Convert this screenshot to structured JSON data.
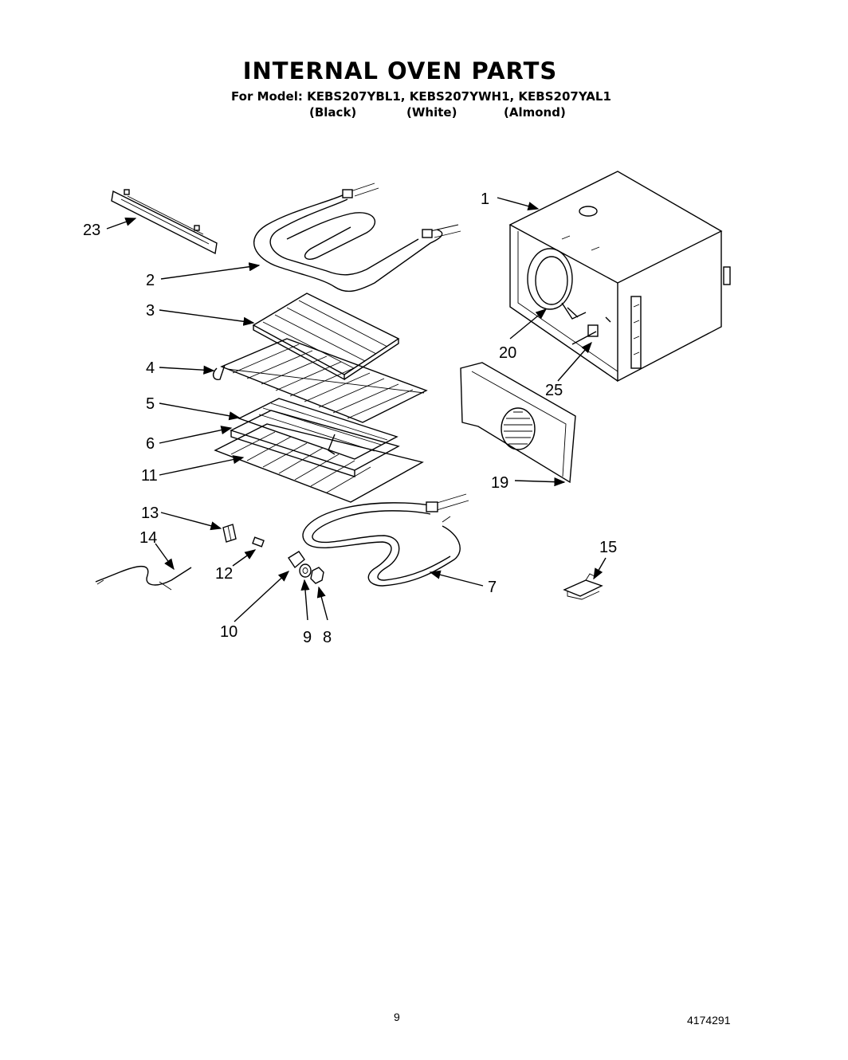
{
  "header": {
    "title": "INTERNAL OVEN PARTS",
    "model_line": "For Model: KEBS207YBL1, KEBS207YWH1, KEBS207YAL1",
    "color_black": "(Black)",
    "color_white": "(White)",
    "color_almond": "(Almond)"
  },
  "callouts": {
    "c1": "1",
    "c2": "2",
    "c3": "3",
    "c4": "4",
    "c5": "5",
    "c6": "6",
    "c7": "7",
    "c8": "8",
    "c9": "9",
    "c10": "10",
    "c11": "11",
    "c12": "12",
    "c13": "13",
    "c14": "14",
    "c15": "15",
    "c19": "19",
    "c20": "20",
    "c23": "23",
    "c25": "25"
  },
  "footer": {
    "page_number": "9",
    "doc_number": "4174291"
  }
}
